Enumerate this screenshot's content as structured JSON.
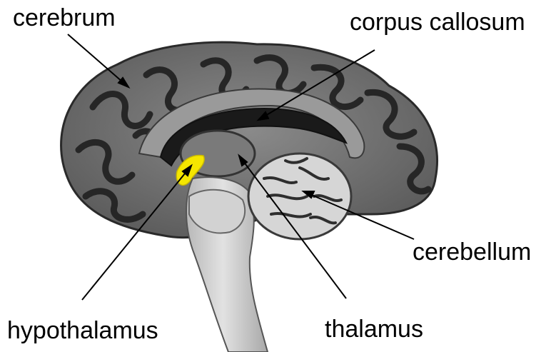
{
  "labels": {
    "cerebrum": "cerebrum",
    "corpus_callosum": "corpus callosum",
    "cerebellum": "cerebellum",
    "hypothalamus": "hypothalamus",
    "thalamus": "thalamus"
  },
  "colors": {
    "highlight": "#f5e600",
    "brain_outer": "#6e6e6e",
    "gyri_dark": "#2a2a2a",
    "brainstem": "#c8c8c8",
    "text": "#000000"
  }
}
